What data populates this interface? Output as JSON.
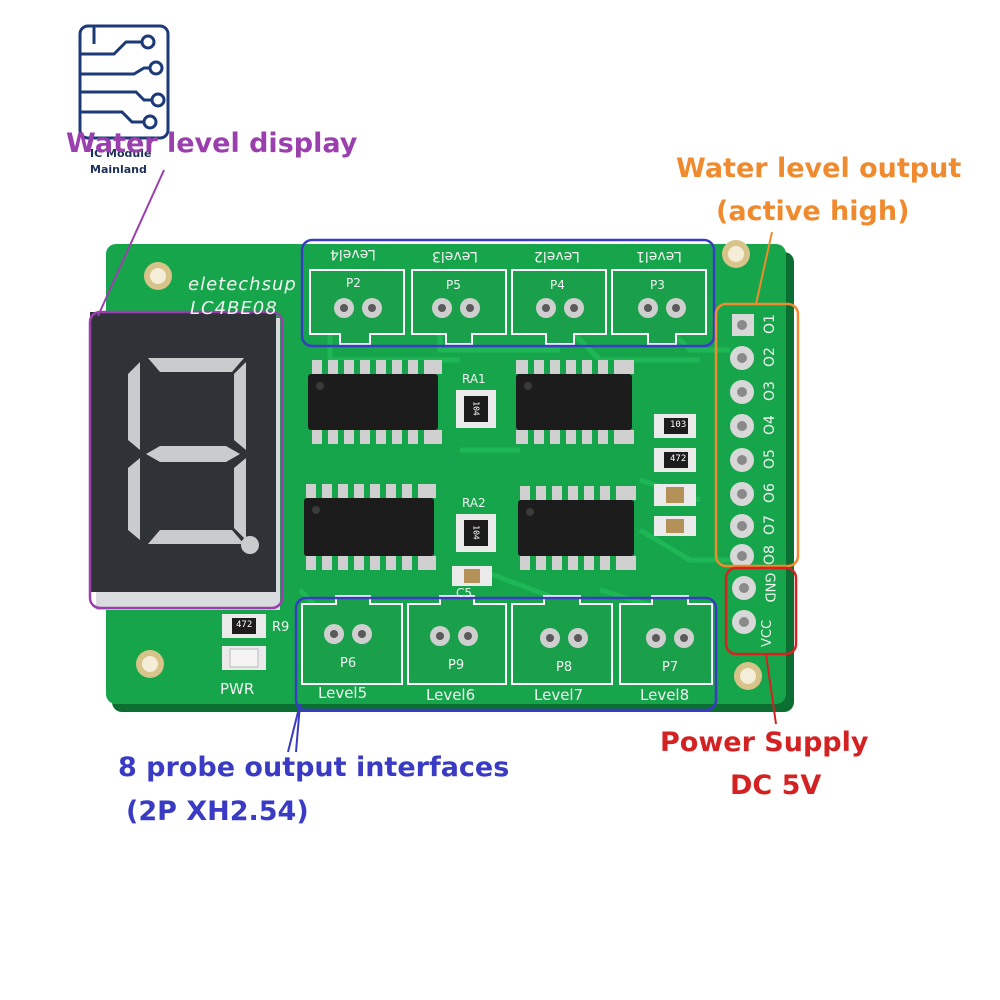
{
  "logo": {
    "line1": "IC Module",
    "line2": "Mainland",
    "accent": "#1d3a78"
  },
  "annotations": {
    "display": "Water level display",
    "output_line1": "Water level output",
    "output_line2": "(active high)",
    "probe_line1": "8 probe output interfaces",
    "probe_line2": "(2P XH2.54)",
    "power_line1": "Power Supply",
    "power_line2": "DC 5V"
  },
  "colors": {
    "purple": "#9b3fae",
    "orange": "#ef8a2e",
    "blue": "#3a3bc4",
    "red": "#d42222",
    "pcb": "#17a54b",
    "chip": "#1c1c1c"
  },
  "board": {
    "brand": "eletechsup",
    "model": "LC4BE08",
    "top_connectors": [
      {
        "designator": "P2",
        "level": "Level4"
      },
      {
        "designator": "P5",
        "level": "Level3"
      },
      {
        "designator": "P4",
        "level": "Level2"
      },
      {
        "designator": "P3",
        "level": "Level1"
      }
    ],
    "bottom_connectors": [
      {
        "designator": "P6",
        "level": "Level5"
      },
      {
        "designator": "P9",
        "level": "Level6"
      },
      {
        "designator": "P8",
        "level": "Level7"
      },
      {
        "designator": "P7",
        "level": "Level8"
      }
    ],
    "outputs": [
      "O1",
      "O2",
      "O3",
      "O4",
      "O5",
      "O6",
      "O7",
      "O8"
    ],
    "power_pins": [
      "GND",
      "VCC"
    ],
    "resistor_arrays": [
      "RA1",
      "RA2"
    ],
    "cap": "C5",
    "resistor": "R9",
    "pwr_label": "PWR",
    "smd_codes": {
      "r1": "103",
      "r2": "472",
      "r3": "472",
      "ra": "104"
    }
  }
}
